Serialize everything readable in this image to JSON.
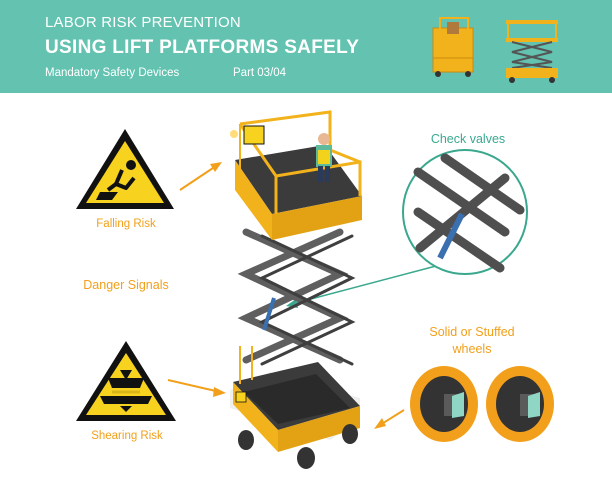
{
  "header": {
    "kicker": "LABOR RISK PREVENTION",
    "title": "USING LIFT PLATFORMS SAFELY",
    "subtitle": "Mandatory Safety Devices",
    "part": "Part 03/04"
  },
  "labels": {
    "falling_risk": "Falling Risk",
    "danger_signals": "Danger Signals",
    "shearing_risk": "Shearing Risk",
    "check_valves": "Check valves",
    "wheels_line1": "Solid or Stuffed",
    "wheels_line2": "wheels"
  },
  "colors": {
    "banner": "#63c3b0",
    "accent_orange": "#f2a01b",
    "teal_text": "#39a991",
    "sign_yellow": "#f7d21e",
    "scissor_gray": "#5f5f5f"
  }
}
